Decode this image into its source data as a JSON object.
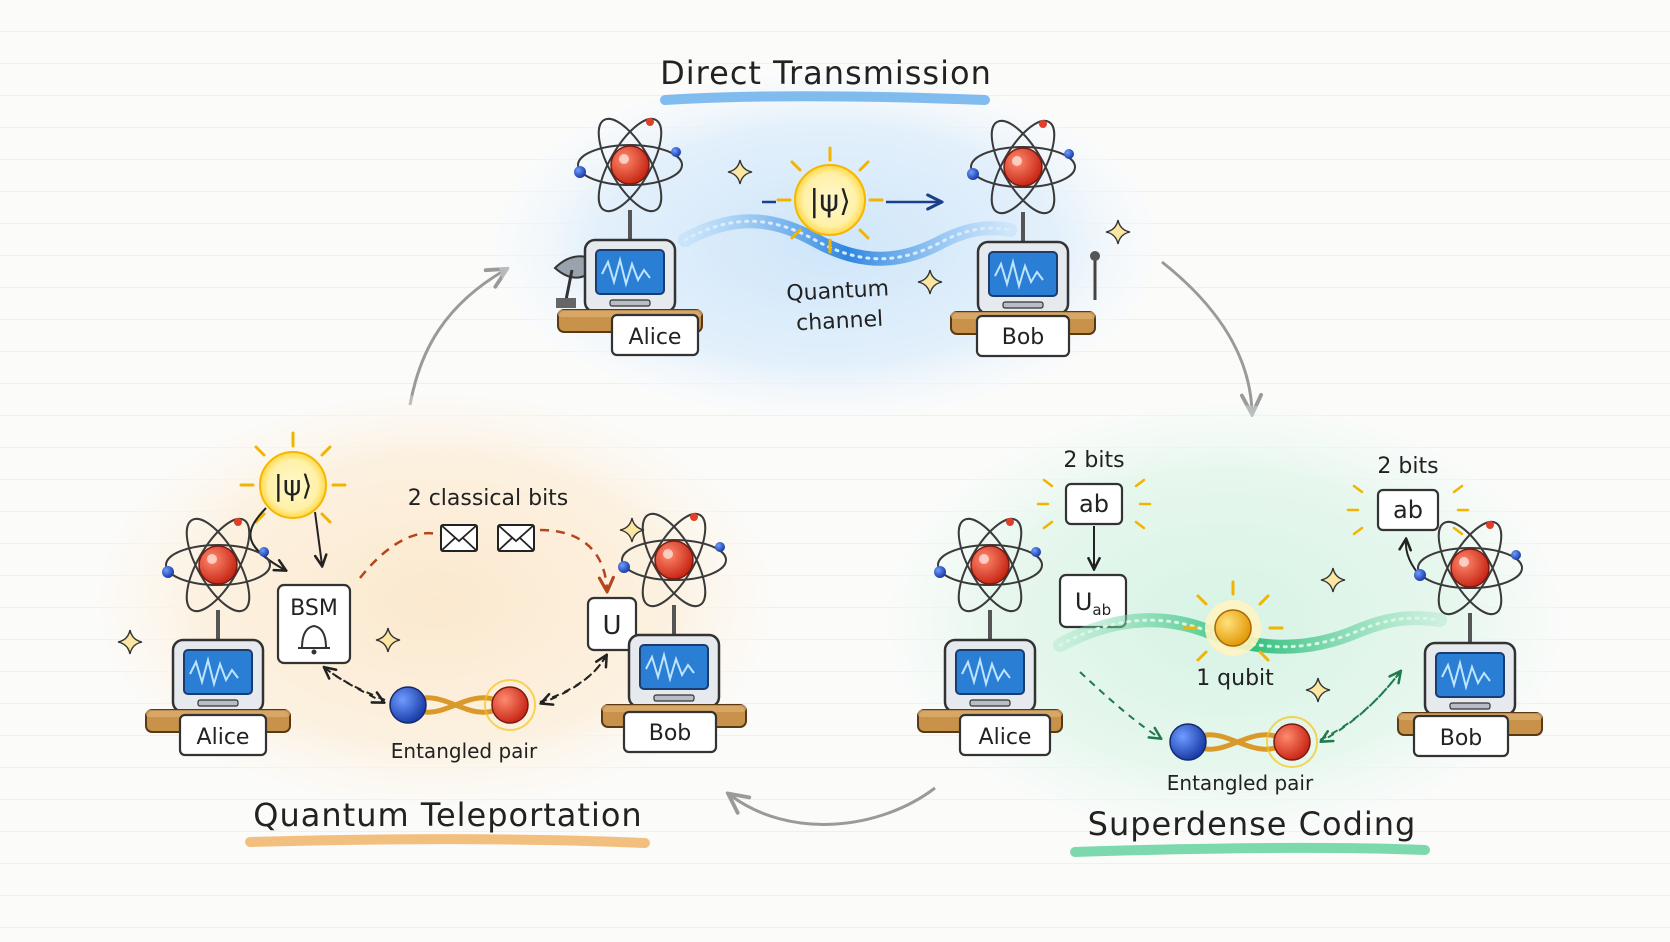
{
  "sections": {
    "direct": {
      "title": "Direct Transmission",
      "sender": "Alice",
      "receiver": "Bob",
      "state": "|ψ⟩",
      "channel_line1": "Quantum",
      "channel_line2": "channel",
      "accent": "#4a90e2"
    },
    "teleport": {
      "title": "Quantum Teleportation",
      "sender": "Alice",
      "receiver": "Bob",
      "state": "|ψ⟩",
      "bsm_label": "BSM",
      "classical_label": "2 classical bits",
      "unitary_label": "U",
      "pair_label": "Entangled pair",
      "accent": "#f0b060"
    },
    "superdense": {
      "title": "Superdense Coding",
      "sender": "Alice",
      "receiver": "Bob",
      "bits_in_label": "2 bits",
      "bits_in_value": "ab",
      "bits_out_label": "2 bits",
      "bits_out_value": "ab",
      "unitary_main": "U",
      "unitary_sub": "ab",
      "qubit_label": "1 qubit",
      "pair_label": "Entangled pair",
      "accent": "#5ccf9a"
    }
  },
  "colors": {
    "particle_red": "#e0402a",
    "particle_blue": "#2a5fd0",
    "glow_yellow": "#f5c518",
    "screen_blue": "#2a7fd4",
    "wood": "#c8924a",
    "cycle_arrow": "#9a9a9a"
  },
  "icons": [
    "atom-icon",
    "monitor-icon",
    "satellite-dish-icon",
    "envelope-icon",
    "bell-icon",
    "sparkle-icon",
    "sun-glow-icon"
  ]
}
